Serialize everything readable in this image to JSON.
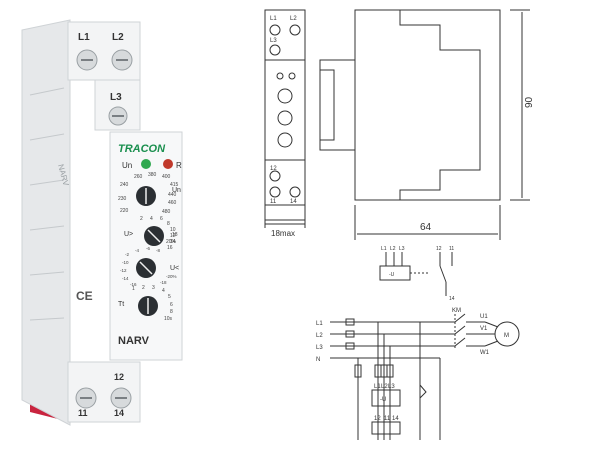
{
  "product": {
    "brand": "TRACON",
    "model": "NARV",
    "model_rotated": "NARV",
    "ce_mark": "CE",
    "terminals": {
      "top_left": "L1",
      "top_right": "L2",
      "middle": "L3",
      "bottom_left": "11",
      "bottom_mid": "12",
      "bottom_right": "14"
    },
    "indicators": {
      "power": "Un",
      "relay": "R"
    },
    "knob_labels": {
      "un_scale": [
        "240",
        "260",
        "380",
        "400",
        "415",
        "440",
        "460",
        "480",
        "230",
        "220"
      ],
      "un_name": "Un",
      "u_over": "U>",
      "u_over_scale": [
        "2",
        "4",
        "6",
        "8",
        "10",
        "12",
        "14",
        "16",
        "18",
        "20%"
      ],
      "u_under": "U<",
      "u_under_scale": [
        "-2",
        "-4",
        "-6",
        "-8",
        "-10",
        "-12",
        "-14",
        "-16",
        "-18",
        "-20%"
      ],
      "time": "Tt",
      "time_scale": [
        "1",
        "2",
        "3",
        "4",
        "5",
        "6",
        "8",
        "10s"
      ]
    },
    "colors": {
      "brand_green": "#1a8f4e",
      "led_green": "#2fa84f",
      "led_red": "#c0392b",
      "din_red": "#c9243f"
    }
  },
  "front_view": {
    "width_label": "18max",
    "terminal_labels": [
      "L1",
      "L2",
      "L3",
      "12",
      "11",
      "14"
    ],
    "top_leds": [
      "Un",
      "R"
    ]
  },
  "side_view": {
    "height_label": "90",
    "depth_label": "64"
  },
  "relay_symbol": {
    "inputs": [
      "L1",
      "L2",
      "L3"
    ],
    "box_label": "-U",
    "contacts": [
      "12",
      "11",
      "14"
    ]
  },
  "wiring": {
    "lines": [
      "L1",
      "L2",
      "L3",
      "N"
    ],
    "contactor_label": "KM",
    "motor_terminals": [
      "U1",
      "V1",
      "W1"
    ],
    "motor_label": "M",
    "relay_inputs": [
      "L1",
      "L2",
      "L3"
    ],
    "relay_box_label": "-U",
    "relay_contacts": [
      "12",
      "11",
      "14"
    ]
  }
}
